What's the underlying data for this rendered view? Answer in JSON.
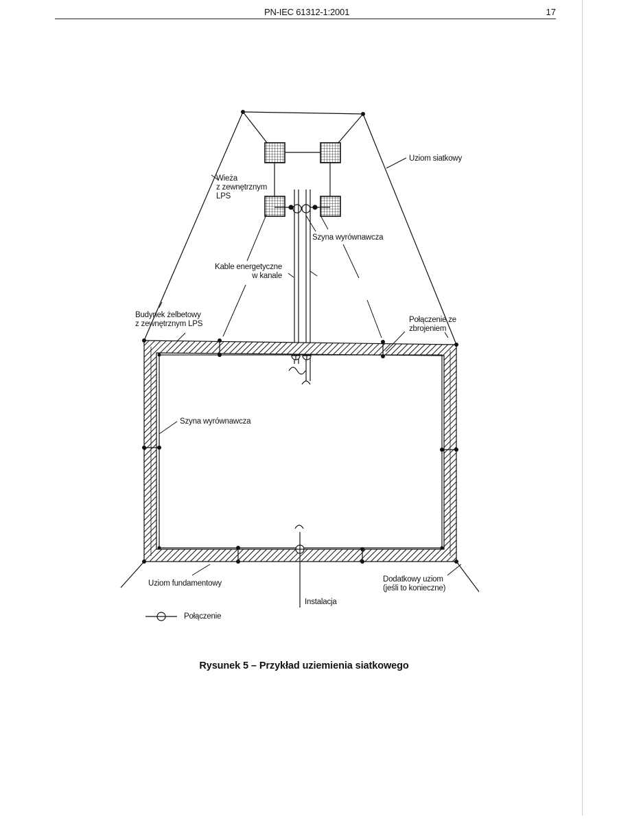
{
  "header": {
    "doc_code": "PN-IEC 61312-1:2001",
    "page_number": "17"
  },
  "figure": {
    "labels": {
      "mesh_earth": "Uziom siatkowy",
      "tower": "Wieża\nz zewnętrznym\nLPS",
      "bonding_bar_top": "Szyna wyrównawcza",
      "power_cables": "Kable energetyczne\nw kanale",
      "rc_building": "Budynek żelbetowy\nz zewnętrznym LPS",
      "rebar_connection": "Połączenie ze\nzbrojeniem",
      "bonding_bar_left": "Szyna wyrównawcza",
      "foundation_earth": "Uziom fundamentowy",
      "installation": "Instalacja",
      "extra_earth": "Dodatkowy uziom\n(jeśli to konieczne)",
      "legend_connection": "Połączenie"
    },
    "caption": "Rysunek 5 – Przykład uziemienia siatkowego"
  }
}
